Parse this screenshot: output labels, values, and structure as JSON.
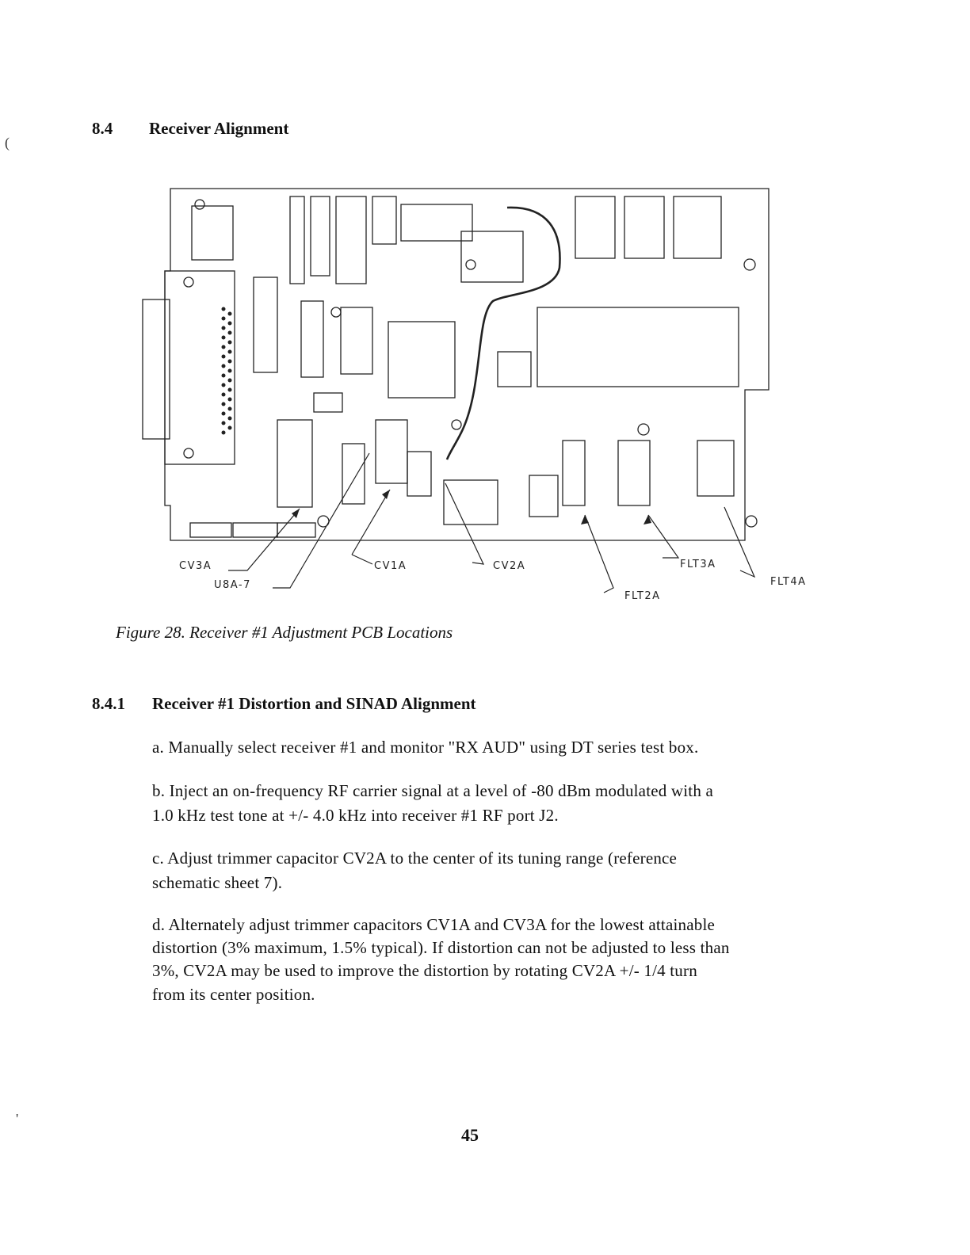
{
  "section": {
    "number": "8.4",
    "title": "Receiver Alignment"
  },
  "margin_marks": {
    "top_left": "(",
    "bottom_left": "'"
  },
  "figure": {
    "callouts": {
      "cv3a": "CV3A",
      "u8a7": "U8A-7",
      "cv1a": "CV1A",
      "cv2a": "CV2A",
      "flt3a": "FLT3A",
      "flt4a": "FLT4A",
      "flt2a": "FLT2A"
    },
    "caption": "Figure 28. Receiver #1 Adjustment PCB Locations"
  },
  "subsection": {
    "number": "8.4.1",
    "title": "Receiver #1 Distortion and SINAD Alignment"
  },
  "steps": {
    "a": "a. Manually select receiver #1 and monitor \"RX AUD\" using DT series test box.",
    "b1": "b. Inject an on-frequency RF carrier signal at a level of -80 dBm modulated with a",
    "b2": "1.0 kHz test tone at +/- 4.0 kHz into receiver #1 RF port J2.",
    "c1": "c. Adjust trimmer capacitor CV2A to the center of its tuning range (reference",
    "c2": "schematic sheet 7).",
    "d1": "d. Alternately adjust trimmer capacitors CV1A and CV3A for the lowest attainable",
    "d2": "distortion (3% maximum, 1.5% typical). If distortion can not be adjusted to less than",
    "d3": "3%, CV2A may be used to improve the distortion by rotating CV2A +/- 1/4 turn",
    "d4": "from its center position."
  },
  "page_number": "45"
}
